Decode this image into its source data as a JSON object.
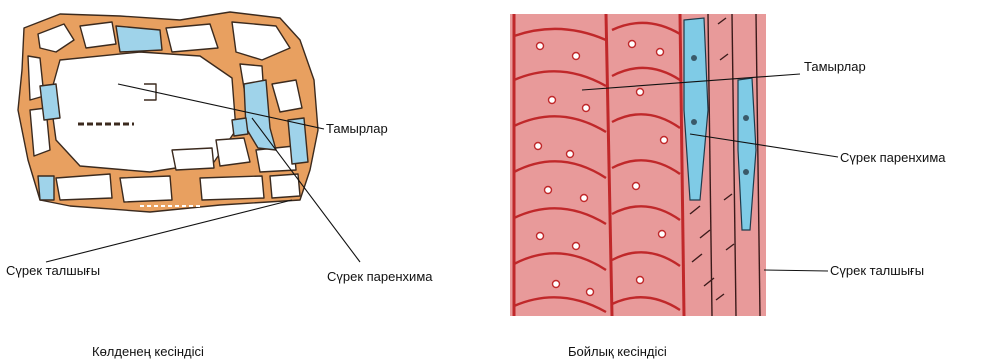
{
  "left_diagram": {
    "label_vessels": "Тамырлар",
    "label_fiber": "Сүрек талшығы",
    "label_parenchyma": "Сүрек паренхима",
    "caption": "Көлденең кесіндісі"
  },
  "right_diagram": {
    "label_vessels": "Тамырлар",
    "label_parenchyma": "Сүрек паренхима",
    "label_fiber": "Сүрек талшығы",
    "caption": "Бойлық кесіндісі"
  },
  "colors": {
    "cell_wall": "#e8a060",
    "cell_outline": "#3b2a1e",
    "vessel_fill": "#9fd3ea",
    "long_background": "#e89a9a",
    "long_fiber": "#c0282a",
    "long_parenchyma": "#7fcbe6"
  }
}
